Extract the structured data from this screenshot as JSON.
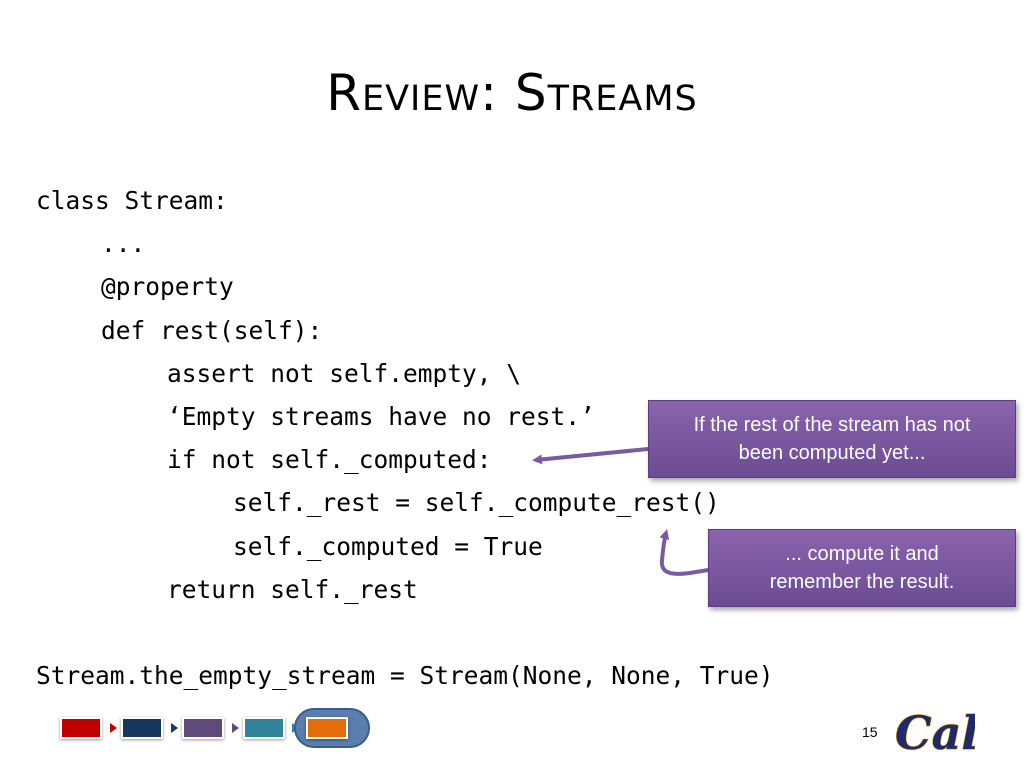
{
  "slide": {
    "title": "Review: Streams",
    "code": {
      "lines": [
        "class Stream:",
        "...",
        "@property",
        "def rest(self):",
        "assert not self.empty, \\",
        "‘Empty streams have no rest.’",
        "if not self._computed:",
        "self._rest = self._compute_rest()",
        "self._computed = True",
        "return self._rest",
        "",
        "Stream.the_empty_stream = Stream(None, None, True)"
      ]
    },
    "callouts": {
      "first": {
        "line1": "If the rest of the stream has not",
        "line2": "been computed yet..."
      },
      "second": {
        "line1": "... compute it and",
        "line2": "remember the result."
      }
    },
    "nav": {
      "colors": [
        "#c00000",
        "#17375e",
        "#604a7b",
        "#31849b",
        "#e46c0a"
      ],
      "current_index": 4
    },
    "page_number": "15",
    "logo": {
      "text": "Cal",
      "color": "#1f2a6b",
      "accent": "#e8a317"
    }
  }
}
